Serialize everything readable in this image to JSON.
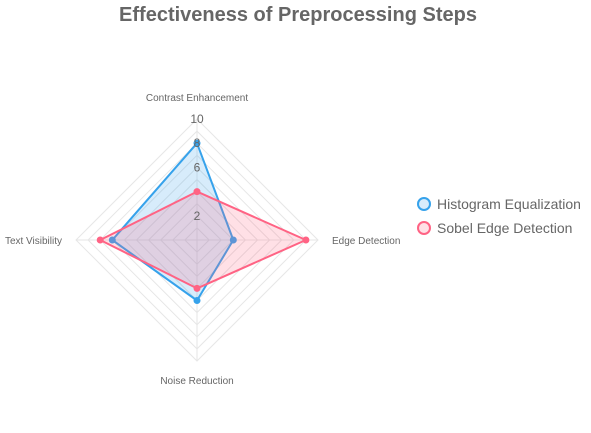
{
  "chart_data": {
    "type": "radar",
    "title": "Effectiveness of Preprocessing Steps",
    "axes": [
      "Contrast Enhancement",
      "Edge Detection",
      "Noise Reduction",
      "Text Visibility"
    ],
    "r_range": [
      0,
      10
    ],
    "ticks": [
      "2",
      "6",
      "8",
      "10"
    ],
    "tick_values": [
      2,
      6,
      8,
      10
    ],
    "grid": true,
    "legend_position": "right",
    "series": [
      {
        "name": "Histogram Equalization",
        "values": [
          8,
          3,
          5,
          7
        ],
        "color": "#36a2eb",
        "fill": "rgba(54,162,235,0.2)"
      },
      {
        "name": "Sobel Edge Detection",
        "values": [
          4,
          9,
          4,
          8
        ],
        "color": "#ff6384",
        "fill": "rgba(255,99,132,0.2)"
      }
    ]
  }
}
